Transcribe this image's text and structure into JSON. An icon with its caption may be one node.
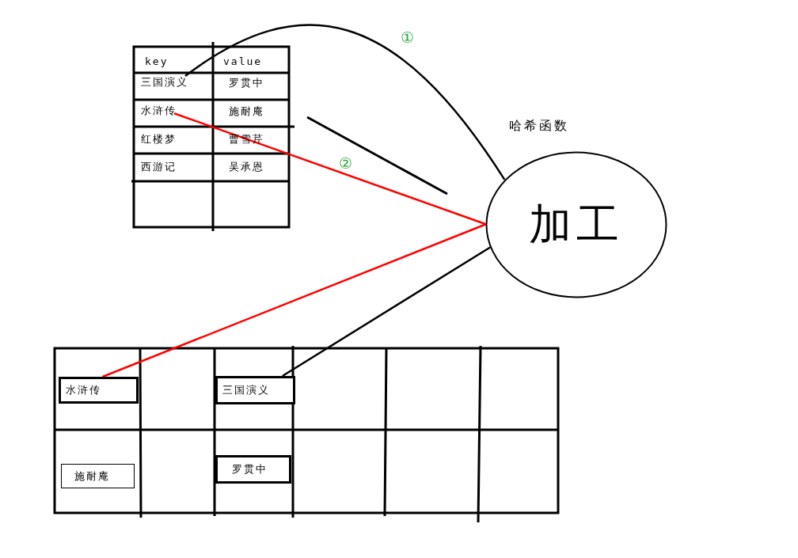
{
  "diagram": {
    "nodes": [
      {
        "text": [
          "三国演义"
        ]
      },
      {
        "text": [
          "水浒传"
        ]
      },
      {
        "text": [
          "加工"
        ],
        "beside": [
          "哈希函数"
        ]
      },
      {
        "text": [
          "水浒传"
        ]
      },
      {
        "text": [
          "三国演义"
        ]
      },
      {
        "text": [
          "施耐庵"
        ]
      },
      {
        "text": [
          "罗贯中"
        ]
      }
    ],
    "edges": [
      {
        "from": 0,
        "to": 2,
        "arrow": "none",
        "label": "①"
      },
      {
        "from": 1,
        "to": 2,
        "arrow": "none",
        "label": "②",
        "color": "#ff0000"
      },
      {
        "from": 2,
        "to": 3,
        "arrow": "none",
        "color": "#ff0000"
      },
      {
        "from": 2,
        "to": 4,
        "arrow": "none"
      }
    ],
    "labels": [
      "key",
      "value",
      "罗贯中",
      "施耐庵",
      "红楼梦",
      "曹雪芹",
      "西游记",
      "吴承恩"
    ]
  }
}
